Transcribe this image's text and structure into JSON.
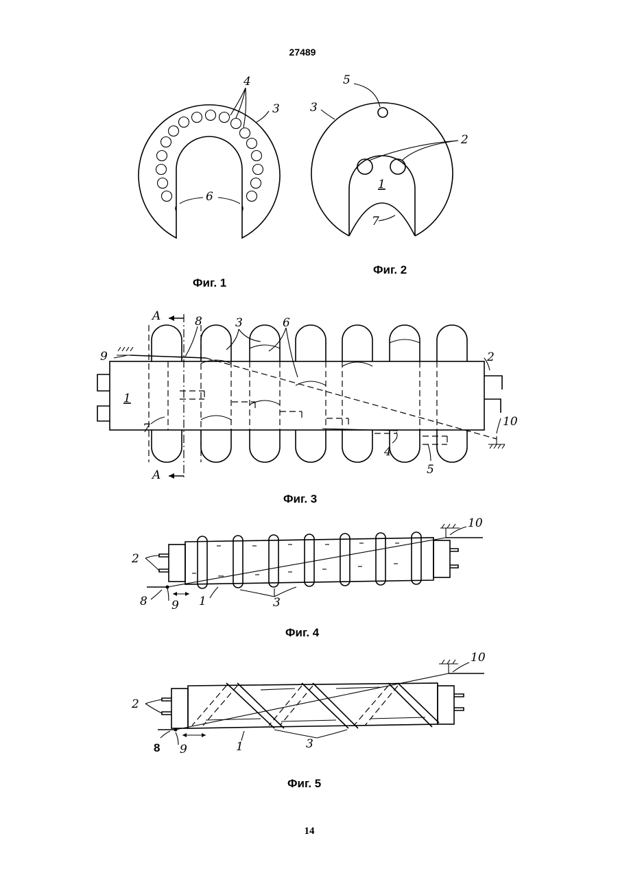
{
  "header": {
    "document_number": "27489"
  },
  "footer": {
    "page_number": "14"
  },
  "figures": [
    {
      "id": "fig1",
      "caption": "Фиг. 1",
      "labels": [
        "4",
        "3",
        "6"
      ]
    },
    {
      "id": "fig2",
      "caption": "Фиг. 2",
      "labels": [
        "5",
        "3",
        "2",
        "1",
        "7"
      ]
    },
    {
      "id": "fig3",
      "caption": "Фиг. 3",
      "labels": [
        "A",
        "8",
        "3",
        "6",
        "9",
        "2",
        "1",
        "7",
        "10",
        "4",
        "5",
        "A"
      ]
    },
    {
      "id": "fig4",
      "caption": "Фиг. 4",
      "labels": [
        "10",
        "2",
        "8",
        "9",
        "1",
        "3"
      ]
    },
    {
      "id": "fig5",
      "caption": "Фиг. 5",
      "labels": [
        "10",
        "2",
        "8",
        "9",
        "1",
        "3"
      ]
    }
  ]
}
